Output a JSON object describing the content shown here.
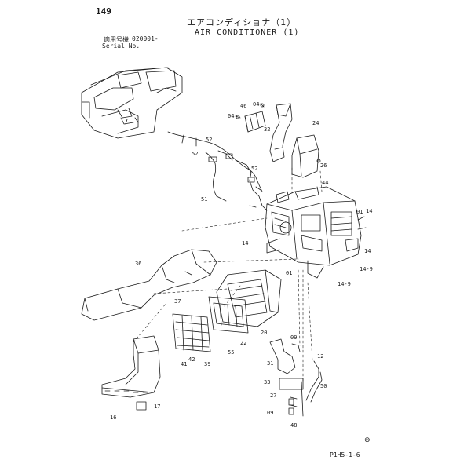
{
  "page_number": "149",
  "title_jp": "エアコンディショナ（1）",
  "title_en": "AIR CONDITIONER (1)",
  "serial": {
    "label_jp": "適用号機",
    "value": "020001-",
    "label_en": "Serial No."
  },
  "page_code": "P1H5-1-6",
  "corner_mark": "⊛",
  "callouts": [
    {
      "id": "c46",
      "text": "46"
    },
    {
      "id": "c04a",
      "text": "04"
    },
    {
      "id": "c04b",
      "text": "04"
    },
    {
      "id": "c32",
      "text": "32"
    },
    {
      "id": "c24",
      "text": "24"
    },
    {
      "id": "c52a",
      "text": "52"
    },
    {
      "id": "c52b",
      "text": "52"
    },
    {
      "id": "c52c",
      "text": "52"
    },
    {
      "id": "c26",
      "text": "26"
    },
    {
      "id": "c44",
      "text": "44"
    },
    {
      "id": "c51",
      "text": "51"
    },
    {
      "id": "c01a",
      "text": "01"
    },
    {
      "id": "c14a",
      "text": "14"
    },
    {
      "id": "c14b",
      "text": "14"
    },
    {
      "id": "c14c",
      "text": "14"
    },
    {
      "id": "c14d",
      "text": "14-9"
    },
    {
      "id": "c14e",
      "text": "14-9"
    },
    {
      "id": "c36",
      "text": "36"
    },
    {
      "id": "c01b",
      "text": "01"
    },
    {
      "id": "c37",
      "text": "37"
    },
    {
      "id": "c20",
      "text": "20"
    },
    {
      "id": "c22",
      "text": "22"
    },
    {
      "id": "c09a",
      "text": "09"
    },
    {
      "id": "c55",
      "text": "55"
    },
    {
      "id": "c42",
      "text": "42"
    },
    {
      "id": "c41",
      "text": "41"
    },
    {
      "id": "c39",
      "text": "39"
    },
    {
      "id": "c31",
      "text": "31"
    },
    {
      "id": "c12",
      "text": "12"
    },
    {
      "id": "c33",
      "text": "33"
    },
    {
      "id": "c50",
      "text": "50"
    },
    {
      "id": "c27",
      "text": "27"
    },
    {
      "id": "c09b",
      "text": "09"
    },
    {
      "id": "c48",
      "text": "48"
    },
    {
      "id": "c17",
      "text": "17"
    },
    {
      "id": "c16",
      "text": "16"
    }
  ]
}
